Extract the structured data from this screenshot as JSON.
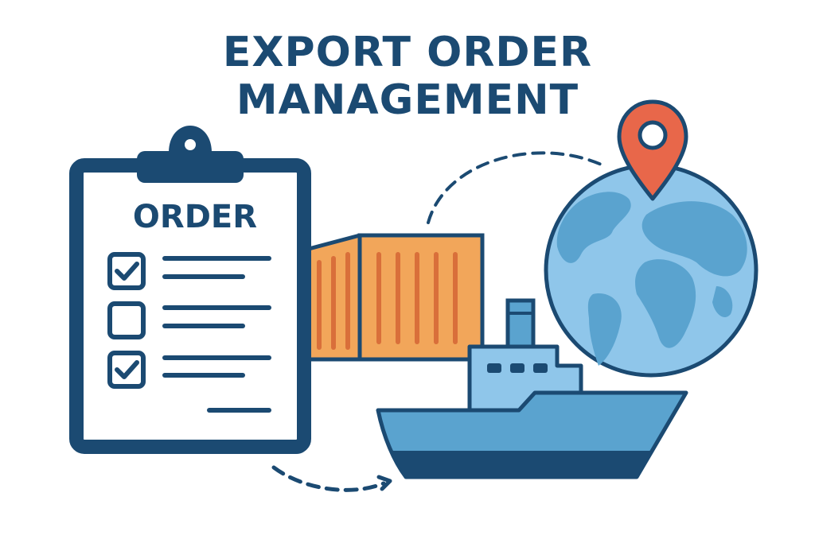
{
  "title": {
    "line1": "EXPORT ORDER",
    "line2": "MANAGEMENT"
  },
  "clipboard": {
    "heading": "ORDER",
    "items": [
      {
        "checked": true
      },
      {
        "checked": false
      },
      {
        "checked": true
      }
    ]
  },
  "icons": [
    "clipboard-icon",
    "checkbox-icon",
    "shipping-container-icon",
    "cargo-ship-icon",
    "globe-icon",
    "location-pin-icon",
    "dashed-route-arrow"
  ],
  "colors": {
    "navy": "#1b4a72",
    "container_orange": "#f2a65a",
    "container_stripe": "#d96f3a",
    "pin_orange": "#e8674a",
    "ocean_light": "#8fc6ea",
    "land_blue": "#5aa3cf",
    "hull_blue": "#5aa3cf",
    "cabin_blue": "#8fc6ea"
  }
}
